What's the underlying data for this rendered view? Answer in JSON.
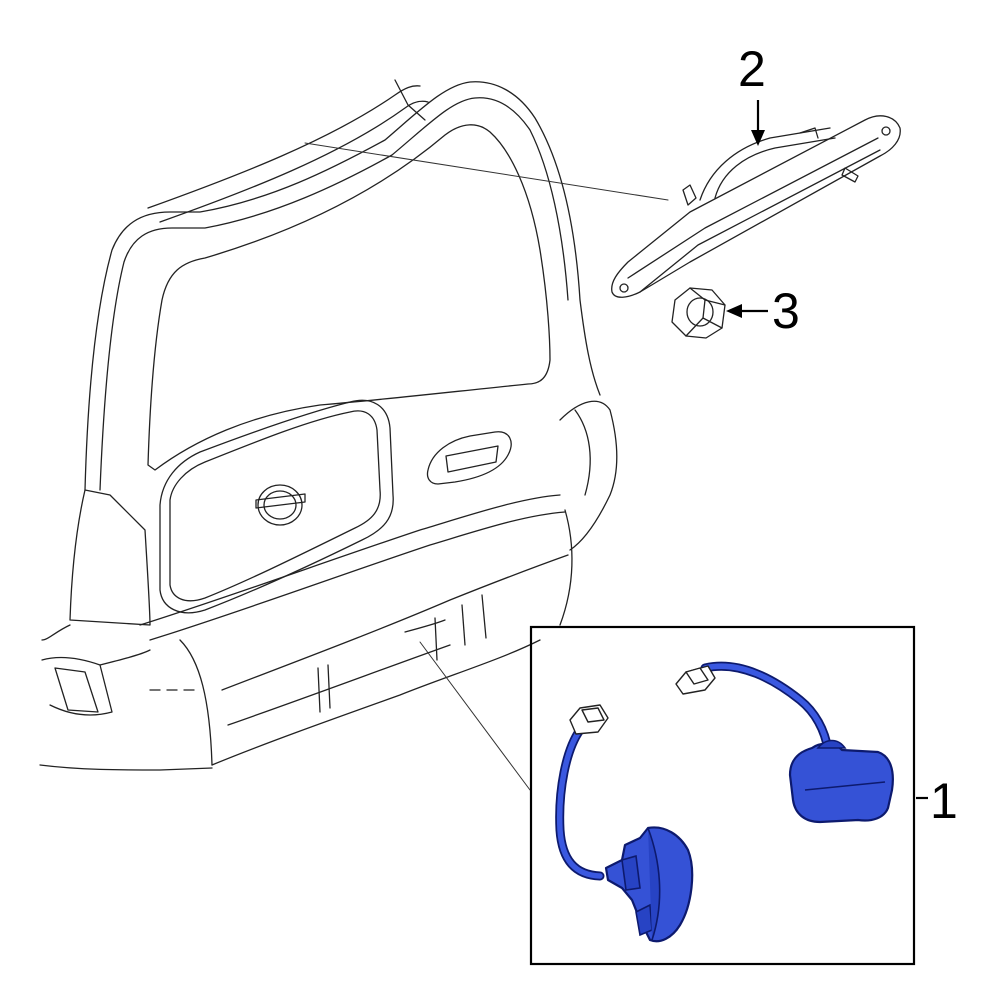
{
  "diagram": {
    "callouts": [
      {
        "id": "part-1",
        "label": "1"
      },
      {
        "id": "part-2",
        "label": "2"
      },
      {
        "id": "part-3",
        "label": "3"
      }
    ]
  },
  "colors": {
    "highlight": "#3552d6",
    "outline": "#0d1a6e",
    "line": "#222222"
  }
}
